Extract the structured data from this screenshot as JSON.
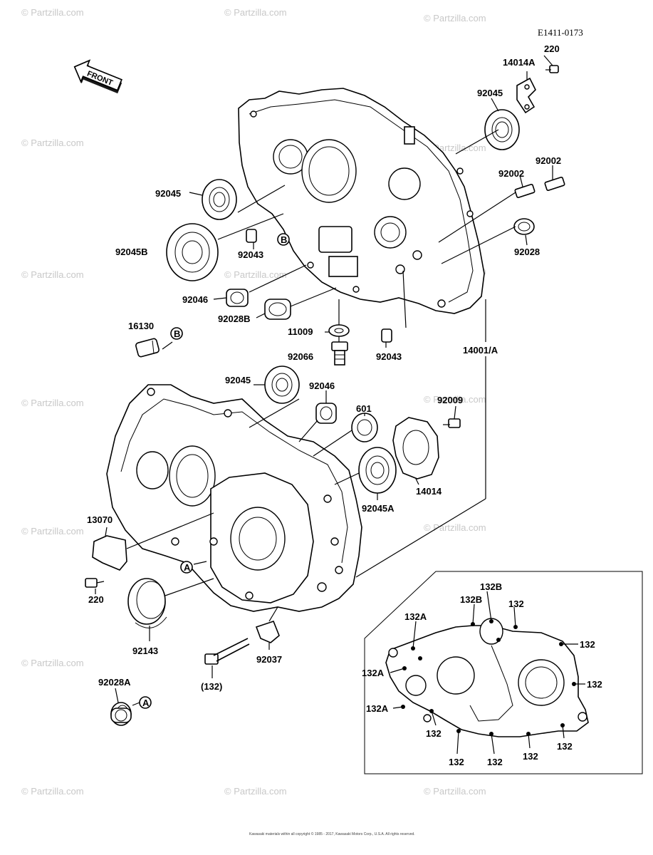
{
  "diagram": {
    "code": "E1411-0173",
    "front_label": "FRONT",
    "watermark": "© Partzilla.com",
    "footer": "Kawasaki materials within all copyright © 1985 - 2017, Kawasaki Motors Corp., U.S.A. All rights reserved.",
    "parts": {
      "p220_top": "220",
      "p14014A": "14014A",
      "p92045_top": "92045",
      "p92002_a": "92002",
      "p92002_b": "92002",
      "p92028": "92028",
      "p92045_mid": "92045",
      "p92045B": "92045B",
      "p92043_top": "92043",
      "pB_upper": "B",
      "p92046_upper": "92046",
      "p92028B": "92028B",
      "p11009": "11009",
      "p92043_mid": "92043",
      "p92066": "92066",
      "p14001A": "14001/A",
      "p16130": "16130",
      "pB_left": "B",
      "p92045_low": "92045",
      "p92046_low": "92046",
      "p601": "601",
      "p92009": "92009",
      "p14014": "14014",
      "p92045A": "92045A",
      "p13070": "13070",
      "pA_case": "A",
      "p220_low": "220",
      "p92143": "92143",
      "p92037": "92037",
      "p132_bolt": "(132)",
      "p92028A": "92028A",
      "pA_seal": "A"
    },
    "inset_labels": {
      "i132B_top": "132B",
      "i132B": "132B",
      "i132_a": "132",
      "i132A_top": "132A",
      "i132_r1": "132",
      "i132A_l1": "132A",
      "i132_r2": "132",
      "i132A_l2": "132A",
      "i132_b1": "132",
      "i132_b2": "132",
      "i132_b3": "132",
      "i132_b4": "132",
      "i132_b5": "132"
    }
  }
}
